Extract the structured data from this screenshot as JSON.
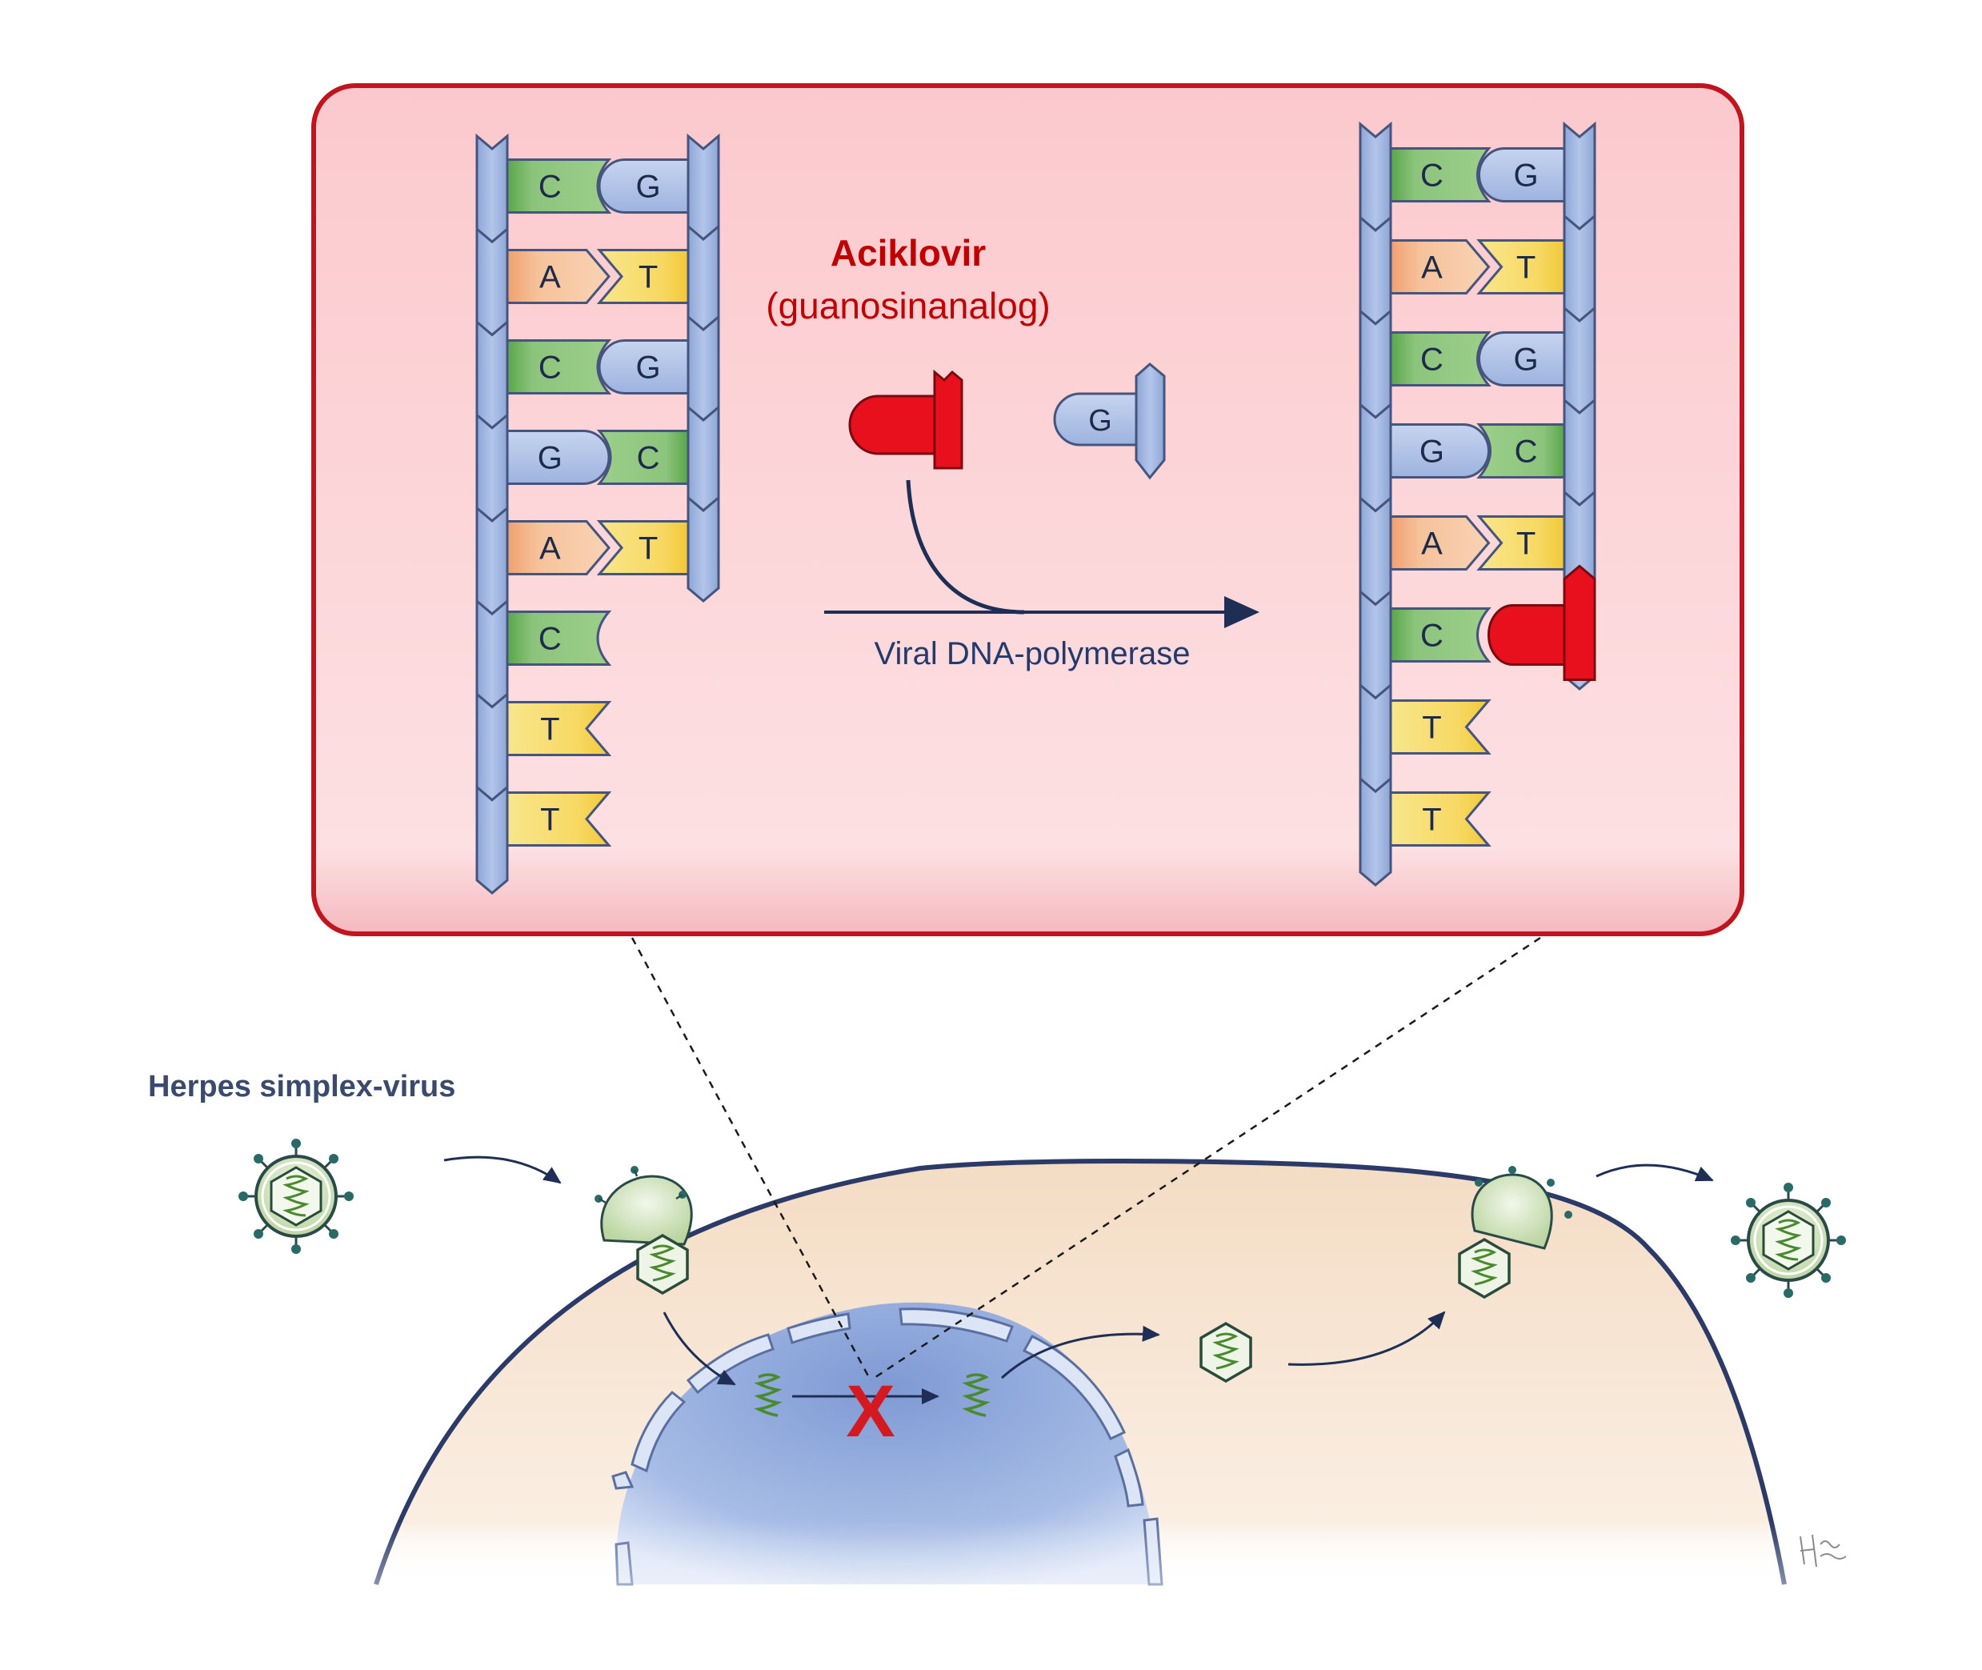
{
  "inset": {
    "drug_name": "Aciklovir",
    "drug_subtitle": "(guanosinanalog)",
    "enzyme_label": "Viral DNA-polymerase",
    "free_nucleotide": "G",
    "left_strand": [
      {
        "left": "C",
        "right": "G"
      },
      {
        "left": "A",
        "right": "T"
      },
      {
        "left": "C",
        "right": "G"
      },
      {
        "left": "G",
        "right": "C"
      },
      {
        "left": "A",
        "right": "T"
      },
      {
        "left": "C",
        "right": ""
      },
      {
        "left": "T",
        "right": ""
      },
      {
        "left": "T",
        "right": ""
      }
    ],
    "right_strand": [
      {
        "left": "C",
        "right": "G"
      },
      {
        "left": "A",
        "right": "T"
      },
      {
        "left": "C",
        "right": "G"
      },
      {
        "left": "G",
        "right": "C"
      },
      {
        "left": "A",
        "right": "T"
      },
      {
        "left": "C",
        "right": "aciklovir"
      },
      {
        "left": "T",
        "right": ""
      },
      {
        "left": "T",
        "right": ""
      }
    ]
  },
  "cell": {
    "virus_label": "Herpes simplex-virus",
    "block_mark": "X"
  },
  "colors": {
    "inset_fill": "#fcd3d6",
    "inset_border": "#c0141e",
    "backbone": "#a8bde2",
    "cytosine": "#8cc47c",
    "guanine": "#aec1e6",
    "adenine": "#f5c49c",
    "thymine": "#f7dc72",
    "aciklovir": "#e8101c",
    "cell": "#f7e6d5",
    "cell_membrane": "#2b3a66",
    "nucleus": "#93aee0",
    "virus_green": "#d6e8c4",
    "dna_green": "#4a8a2e"
  }
}
